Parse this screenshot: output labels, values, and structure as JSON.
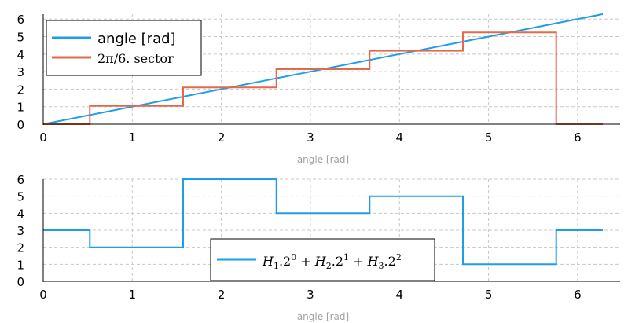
{
  "chart_data": [
    {
      "type": "line",
      "xlabel": "angle [rad]",
      "xlim": [
        0,
        6.2832
      ],
      "ylim": [
        0,
        6.28
      ],
      "xticks": [
        "0",
        "1",
        "2",
        "3",
        "4",
        "5",
        "6"
      ],
      "yticks": [
        "0",
        "1",
        "2",
        "3",
        "4",
        "5",
        "6"
      ],
      "grid": true,
      "legend_position": "top-left",
      "series": [
        {
          "name": "angle [rad]",
          "color": "#1f9ee8",
          "x": [
            0,
            6.2832
          ],
          "y": [
            0,
            6.2832
          ]
        },
        {
          "name": "2π/6.  sector",
          "color": "#e26a4a",
          "step": true,
          "x": [
            0,
            0.5236,
            0.5236,
            1.5708,
            1.5708,
            2.618,
            2.618,
            3.6652,
            3.6652,
            4.7124,
            4.7124,
            5.7596,
            5.7596,
            6.2832
          ],
          "y": [
            0,
            0,
            1.0472,
            1.0472,
            2.0944,
            2.0944,
            3.1416,
            3.1416,
            4.1888,
            4.1888,
            5.236,
            5.236,
            0,
            0
          ]
        }
      ]
    },
    {
      "type": "line",
      "xlabel": "angle [rad]",
      "xlim": [
        0,
        6.2832
      ],
      "ylim": [
        0,
        6
      ],
      "xticks": [
        "0",
        "1",
        "2",
        "3",
        "4",
        "5",
        "6"
      ],
      "yticks": [
        "0",
        "1",
        "2",
        "3",
        "4",
        "5",
        "6"
      ],
      "grid": true,
      "legend_position": "bottom-center",
      "series": [
        {
          "name": "H1.2^0 + H2.2^1 + H3.2^2",
          "color": "#1f9ee8",
          "step": true,
          "x": [
            0,
            0.5236,
            0.5236,
            1.5708,
            1.5708,
            2.618,
            2.618,
            3.6652,
            3.6652,
            4.7124,
            4.7124,
            5.7596,
            5.7596,
            6.2832
          ],
          "y": [
            3,
            3,
            2,
            2,
            6,
            6,
            4,
            4,
            5,
            5,
            1,
            1,
            3,
            3
          ]
        }
      ]
    }
  ]
}
